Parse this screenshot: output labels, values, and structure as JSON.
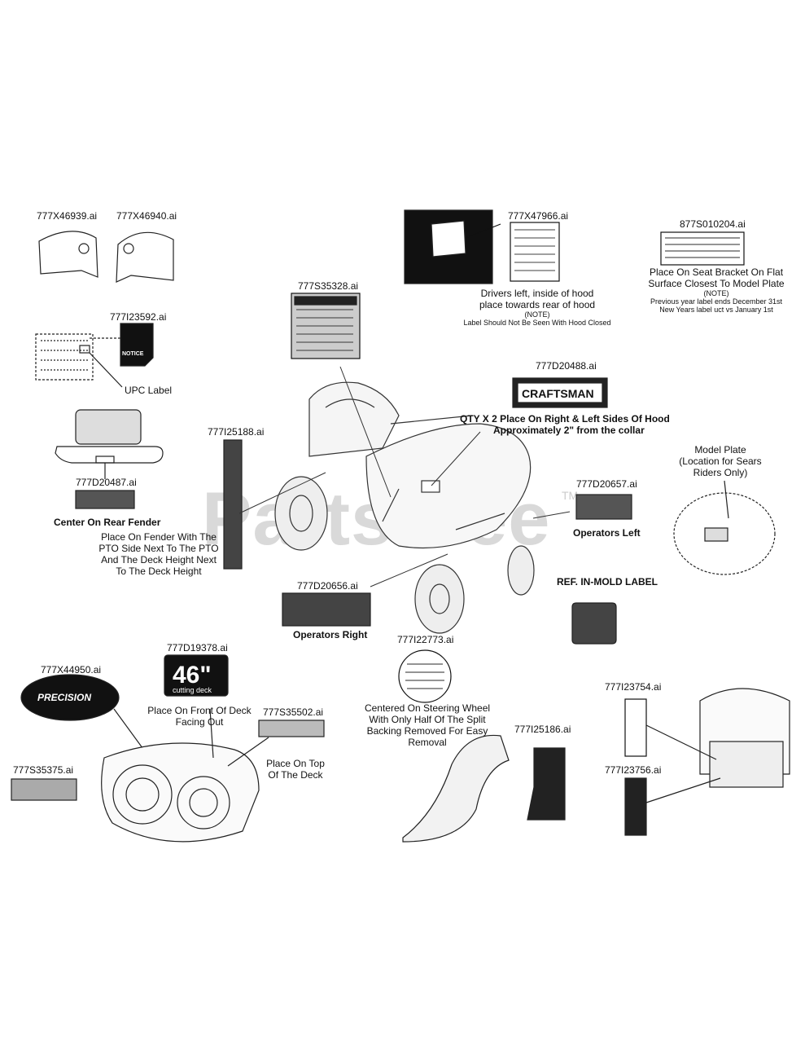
{
  "labels": {
    "x46939": "777X46939.ai",
    "x46940": "777X46940.ai",
    "i23592": "777I23592.ai",
    "upc": "UPC Label",
    "d20487": "777D20487.ai",
    "rear_fender": "Center On Rear Fender",
    "i25188": "777I25188.ai",
    "fender_note": [
      "Place On Fender With The",
      "PTO Side Next To The PTO",
      "And The Deck Height Next",
      "To The Deck Height"
    ],
    "s35328": "777S35328.ai",
    "x47966": "777X47966.ai",
    "hood_note": [
      "Drivers left, inside of hood",
      "place towards rear of hood"
    ],
    "hood_note_small": [
      "(NOTE)",
      "Label Should Not Be Seen With Hood Closed"
    ],
    "s010204": "877S010204.ai",
    "seat_note": [
      "Place On Seat Bracket On Flat",
      "Surface Closest To Model Plate"
    ],
    "seat_note_small": [
      "(NOTE)",
      "Previous year label ends December 31st",
      "New Years label uct vs January 1st"
    ],
    "d20488": "777D20488.ai",
    "craftsman": "CRAFTSMAN",
    "qty_note": "QTY X 2 Place On Right & Left Sides Of Hood",
    "approx_note": "Approximately 2\" from the collar",
    "model_plate": [
      "Model Plate",
      "(Location for Sears",
      "Riders Only)"
    ],
    "d20657": "777D20657.ai",
    "operators_left": "Operators Left",
    "d20656": "777D20656.ai",
    "operators_right": "Operators Right",
    "in_mold": "REF. IN-MOLD LABEL",
    "i22773": "777I22773.ai",
    "steering_note": [
      "Centered On Steering Wheel",
      "With Only Half Of The Split",
      "Backing Removed For Easy",
      "Removal"
    ],
    "x44950": "777X44950.ai",
    "d19378": "777D19378.ai",
    "deck_size": "46\"",
    "cutting_deck": "cutting deck",
    "deck_front_note": [
      "Place On Front Of Deck",
      "Facing Out"
    ],
    "s35502": "777S35502.ai",
    "deck_top_note": [
      "Place On Top",
      "Of The Deck"
    ],
    "s35375": "777S35375.ai",
    "i25186": "777I25186.ai",
    "i23754": "777I23754.ai",
    "i23756": "777I23756.ai",
    "precision": "PRECISION",
    "notice": "NOTICE"
  },
  "watermark": "PartsTree",
  "watermark_tm": "TM"
}
